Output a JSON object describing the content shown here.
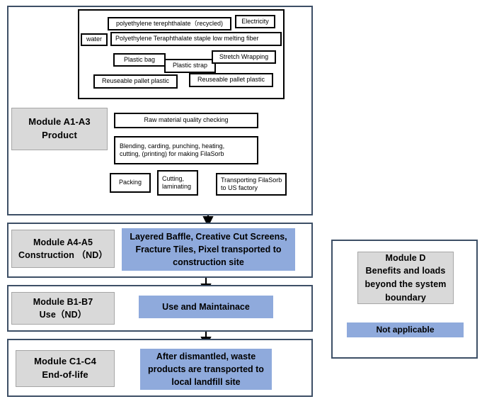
{
  "diagram": {
    "title": "Life cycle modules product system flow diagram",
    "colors": {
      "stage_border": "#3D4F66",
      "module_label_fill": "#D9D9D9",
      "module_label_border": "#A6A6A6",
      "process_fill": "#8FAADC",
      "box_border": "#000000",
      "background": "#FFFFFF"
    }
  },
  "stages": {
    "a1a3": {
      "module_label_line1": "Module A1-A3",
      "module_label_line2": "Product",
      "materials": [
        {
          "name": "pet-recycled",
          "text": "polyethylene terephthalate（recycled)"
        },
        {
          "name": "electricity",
          "text": "Electricity"
        },
        {
          "name": "water",
          "text": "water"
        },
        {
          "name": "pet-staple-fiber",
          "text": "Polyethylene Teraphthalate staple low melting fiber"
        },
        {
          "name": "plastic-bag",
          "text": "Plastic bag"
        },
        {
          "name": "plastic-strap",
          "text": "Plastic strap"
        },
        {
          "name": "stretch-wrapping",
          "text": "Stretch Wrapping"
        },
        {
          "name": "reuseable-pallet-plastic-1",
          "text": "Reuseable pallet plastic"
        },
        {
          "name": "reuseable-pallet-plastic-2",
          "text": "Reuseable pallet plastic"
        }
      ],
      "processes": {
        "raw_check": "Raw material quality checking",
        "blending_line1": "Blending, carding, punching, heating,",
        "blending_line2": "cutting, (printing) for making FilaSorb",
        "transporting_line1": "Transporting FilaSorb",
        "transporting_line2": "to US factory",
        "cutting_line1": "Cutting,",
        "cutting_line2": "laminating",
        "packing": "Packing"
      }
    },
    "a4a5": {
      "module_label_line1": "Module A4-A5",
      "module_label_line2": "Construction （ND）",
      "process_line1": "Layered Baffle, Creative Cut Screens,",
      "process_line2": "Fracture Tiles, Pixel transported to",
      "process_line3": "construction site"
    },
    "b1b7": {
      "module_label_line1": "Module B1-B7",
      "module_label_line2": "Use（ND）",
      "process": "Use and Maintainace"
    },
    "c1c4": {
      "module_label_line1": "Module C1-C4",
      "module_label_line2": "End-of-life",
      "process_line1": "After dismantled, waste",
      "process_line2": "products are transported to",
      "process_line3": "local landfill site"
    },
    "d": {
      "module_label_line1": "Module D",
      "module_label_line2": "Benefits and loads",
      "module_label_line3": "beyond the system",
      "module_label_line4": "boundary",
      "process": "Not applicable"
    }
  }
}
